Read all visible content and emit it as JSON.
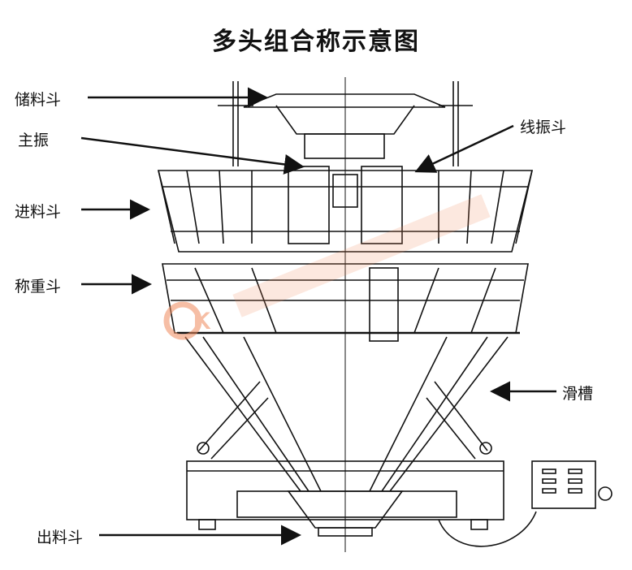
{
  "title": "多头组合称示意图",
  "labels": {
    "storage_hopper": "储料斗",
    "main_vibrator": "主振",
    "linear_vibrator": "线振斗",
    "feed_hopper": "进料斗",
    "weigh_hopper": "称重斗",
    "chute": "滑槽",
    "discharge_hopper": "出料斗"
  },
  "watermark": "CK",
  "colors": {
    "line": "#111111",
    "watermark": "#f08a5d"
  }
}
